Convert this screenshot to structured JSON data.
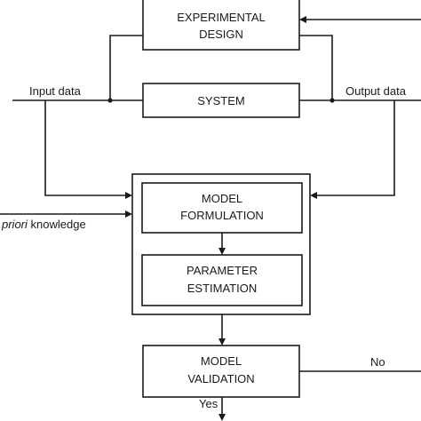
{
  "boxes": {
    "experimental_design": {
      "line1": "EXPERIMENTAL",
      "line2": "DESIGN"
    },
    "system": {
      "label": "SYSTEM"
    },
    "model_formulation": {
      "line1": "MODEL",
      "line2": "FORMULATION"
    },
    "parameter_estimation": {
      "line1": "PARAMETER",
      "line2": "ESTIMATION"
    },
    "model_validation": {
      "line1": "MODEL",
      "line2": "VALIDATION"
    }
  },
  "labels": {
    "input_data": "Input data",
    "output_data": "Output data",
    "priori_italic": "priori",
    "priori_rest": " knowledge",
    "no": "No",
    "yes": "Yes"
  },
  "colors": {
    "stroke": "#1a1a1a",
    "background": "#ffffff"
  }
}
